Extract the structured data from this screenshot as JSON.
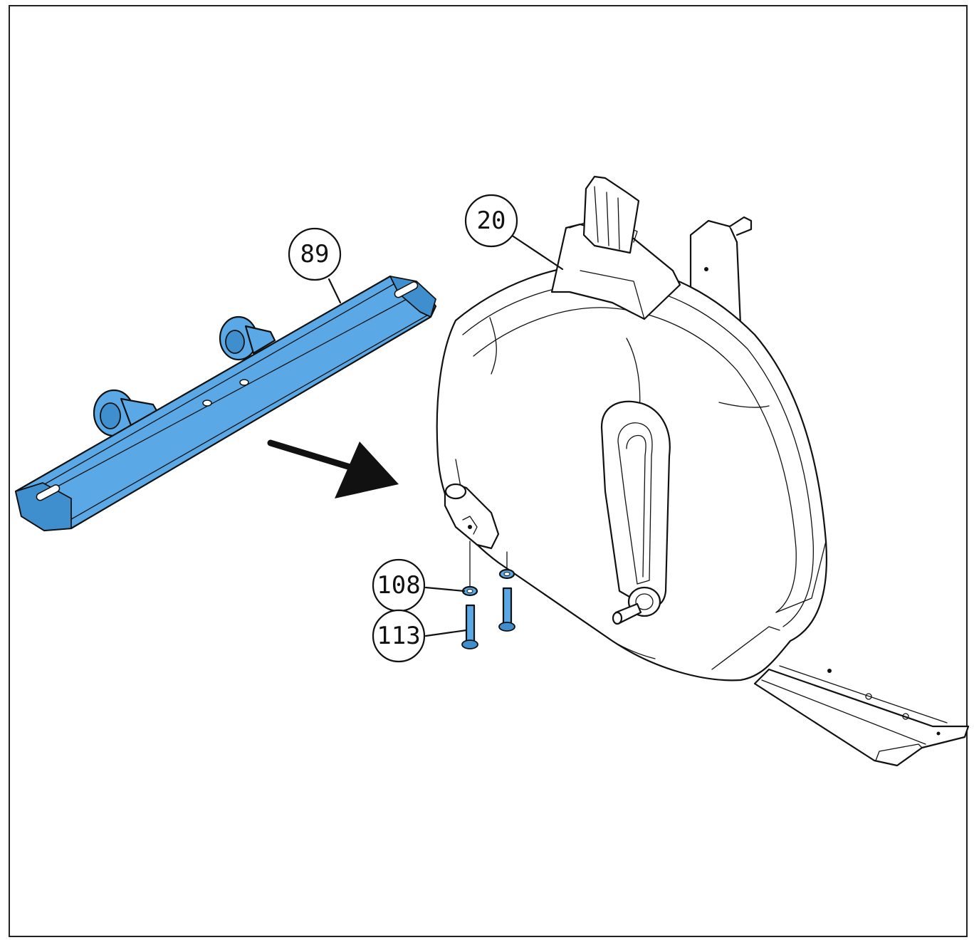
{
  "callouts": {
    "crossbar": "89",
    "frame": "20",
    "washer": "108",
    "bolt": "113"
  },
  "colors": {
    "highlight_part": "#5aa9e6",
    "line": "#111111",
    "background": "#ffffff"
  },
  "icons": {
    "arrow": "assembly-direction-arrow"
  }
}
